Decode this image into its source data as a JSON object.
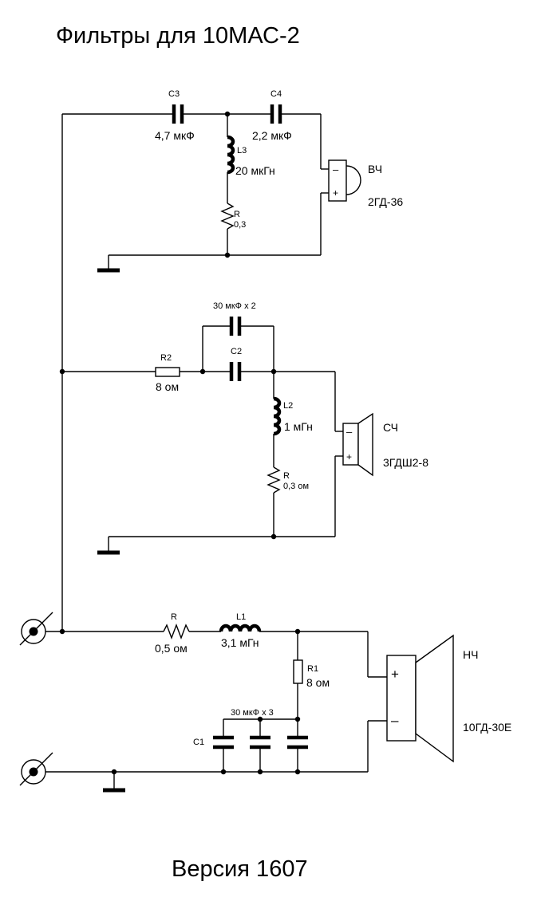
{
  "title": "Фильтры для 10МАС-2",
  "version": "Версия 1607",
  "hf": {
    "c3_name": "C3",
    "c3_value": "4,7 мкФ",
    "c4_name": "C4",
    "c4_value": "2,2 мкФ",
    "l3_name": "L3",
    "l3_value": "20 мкГн",
    "r_name": "R",
    "r_value": "0,3",
    "speaker_type": "ВЧ",
    "speaker_model": "2ГД-36",
    "minus": "–",
    "plus": "+"
  },
  "mf": {
    "cpar_label": "30 мкФ x 2",
    "c2_name": "C2",
    "r2_name": "R2",
    "r2_value": "8 ом",
    "l2_name": "L2",
    "l2_value": "1 мГн",
    "r_name": "R",
    "r_value": "0,3 ом",
    "speaker_type": "СЧ",
    "speaker_model": "3ГДШ2-8",
    "minus": "–",
    "plus": "+"
  },
  "lf": {
    "r_name": "R",
    "r_value": "0,5 ом",
    "l1_name": "L1",
    "l1_value": "3,1 мГн",
    "r1_name": "R1",
    "r1_value": "8 ом",
    "c1_label": "30 мкФ x 3",
    "c1_name": "C1",
    "speaker_type": "НЧ",
    "speaker_model": "10ГД-30Е",
    "plus": "+",
    "minus": "–"
  }
}
